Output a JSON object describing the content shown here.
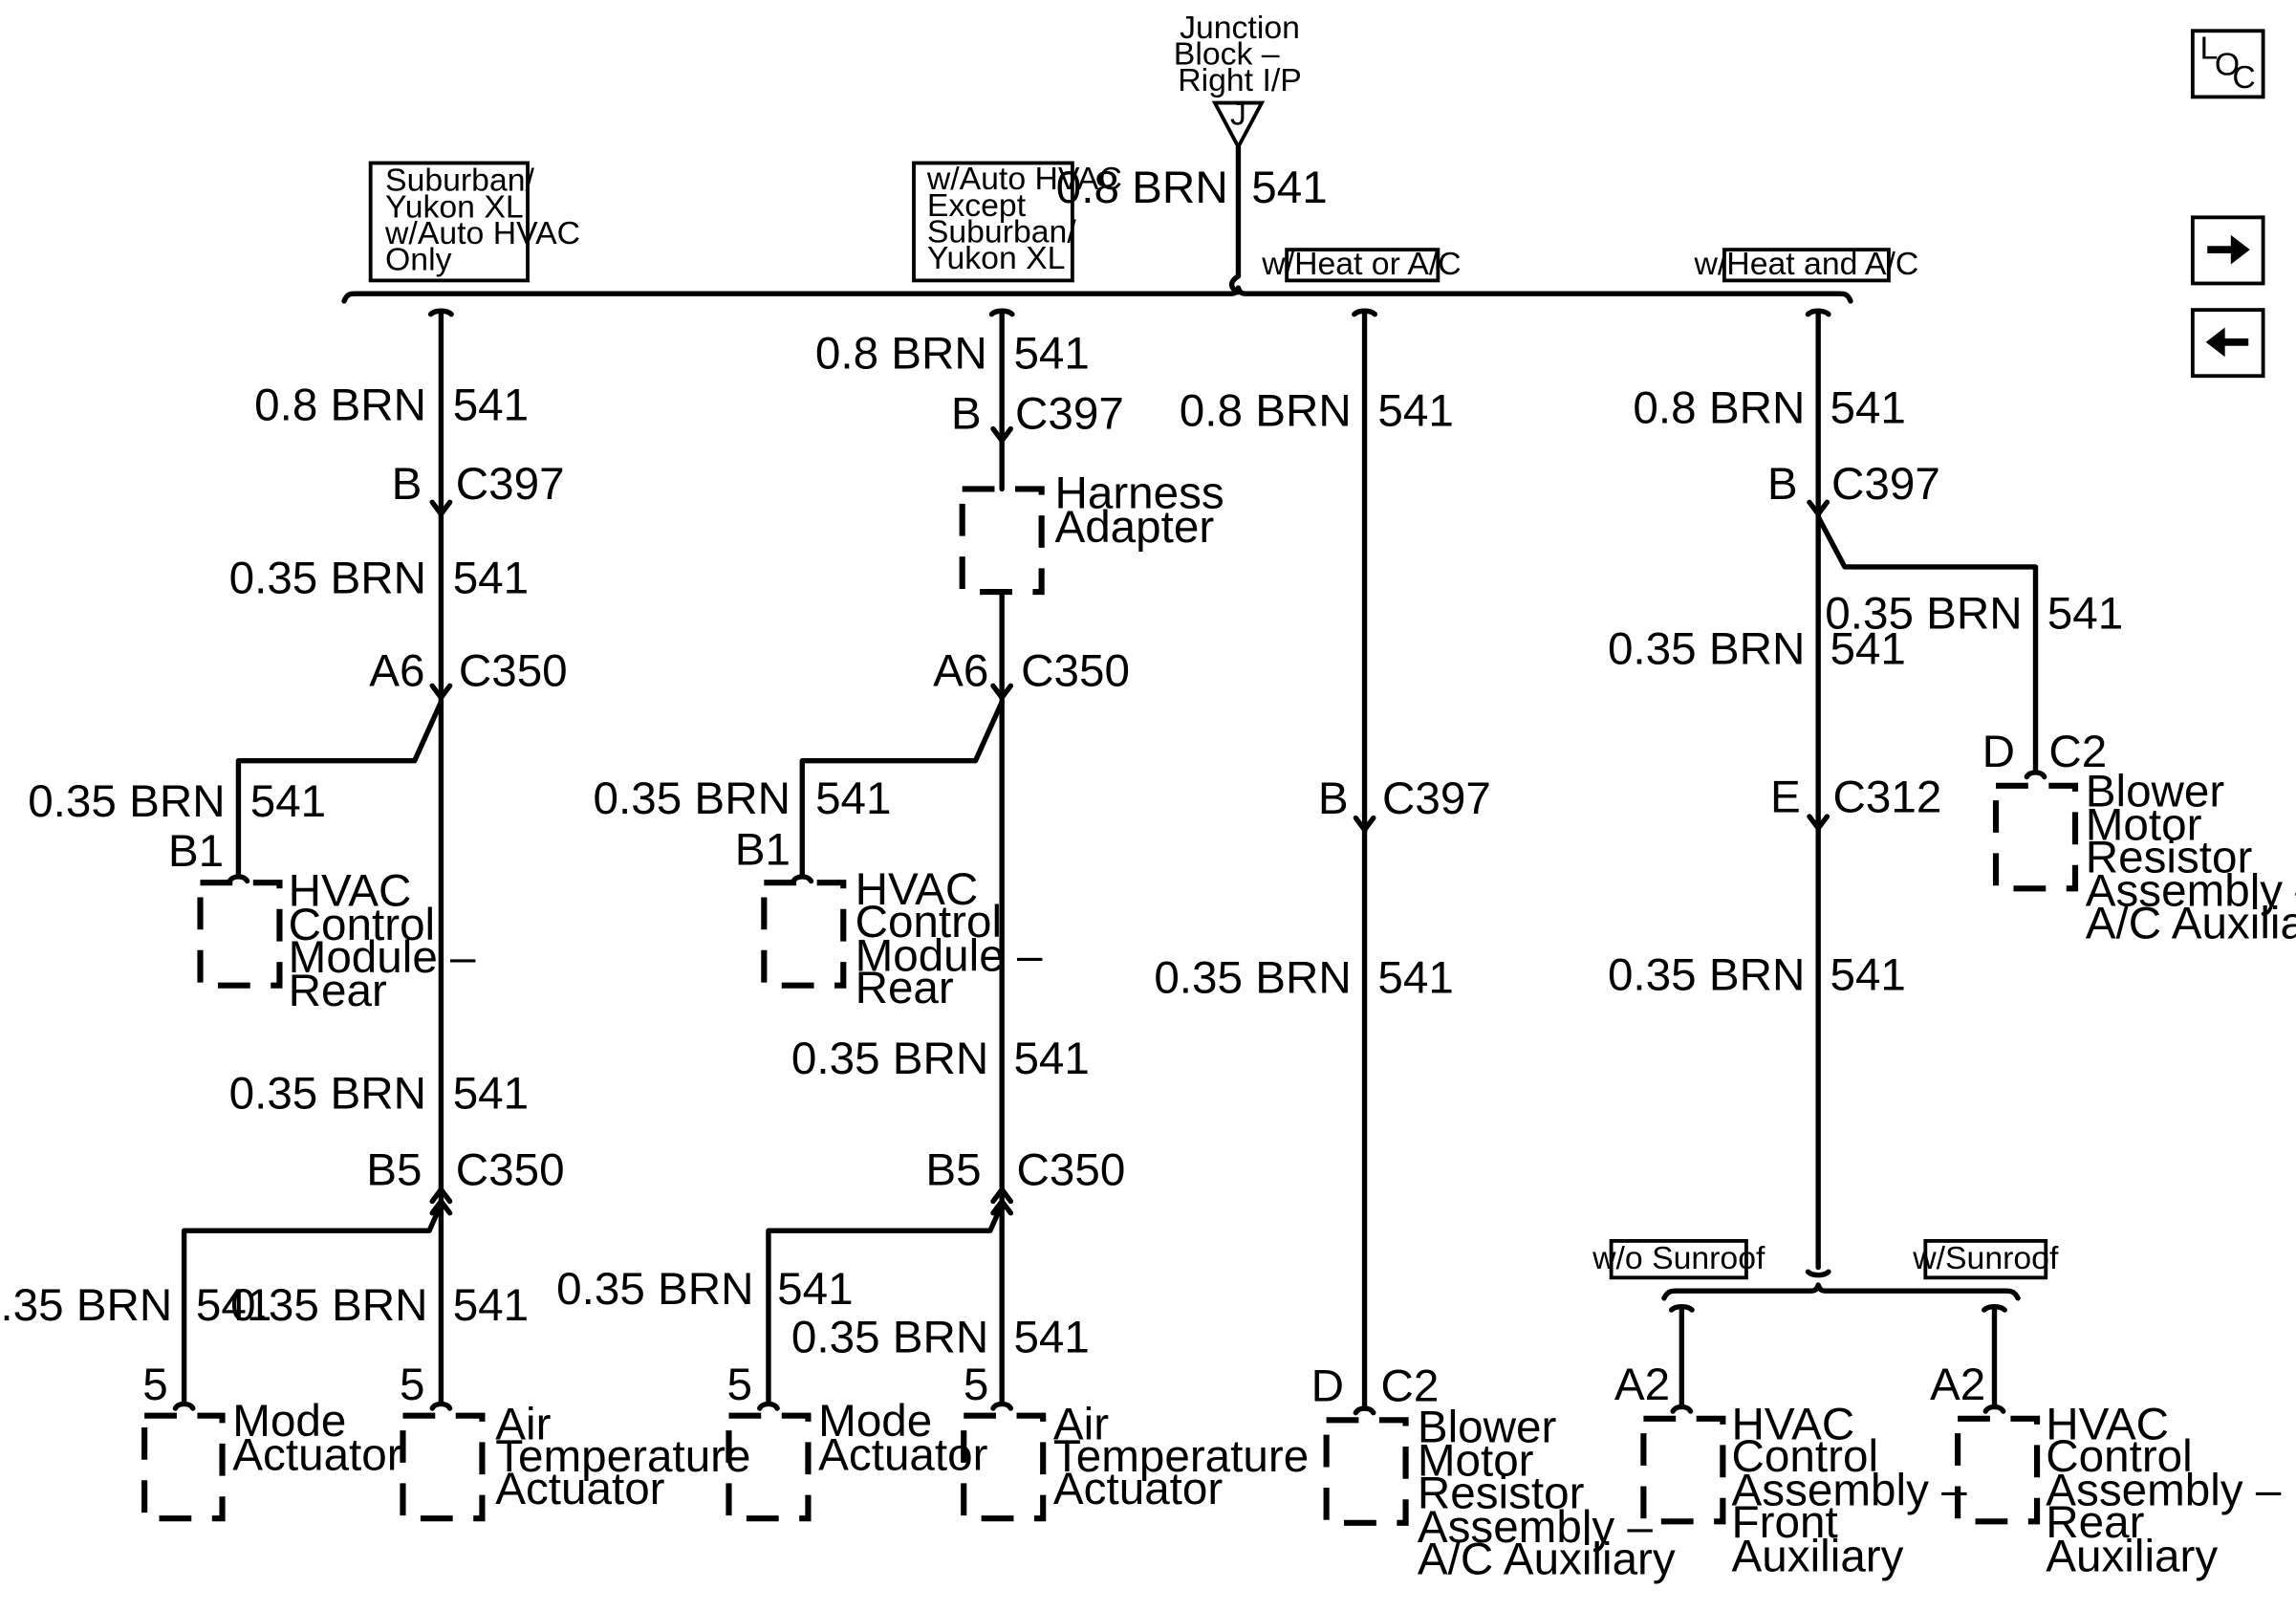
{
  "source": {
    "lines": [
      "Junction",
      "Block –",
      "Right I/P"
    ],
    "connector": "J"
  },
  "top_wire": {
    "gauge": "0.8 BRN",
    "circuit": "541"
  },
  "options": {
    "suburban": [
      "Suburban/",
      "Yukon XL",
      "w/Auto HVAC",
      "Only"
    ],
    "auto_hvac": [
      "w/Auto HVAC",
      "Except",
      "Suburban/",
      "Yukon XL"
    ],
    "heat_or_ac": "w/Heat or A/C",
    "heat_and_ac": "w/Heat and A/C",
    "wo_sunroof": "w/o Sunroof",
    "w_sunroof": "w/Sunroof"
  },
  "nav": {
    "loc": [
      "L",
      "O",
      "C"
    ],
    "forward_icon": "arrow-right-icon",
    "back_icon": "arrow-left-icon"
  },
  "wires": {
    "w08": "0.8 BRN",
    "w035": "0.35 BRN",
    "circuit": "541"
  },
  "pins": {
    "B": "B",
    "A6": "A6",
    "B5": "B5",
    "B1": "B1",
    "D": "D",
    "E": "E",
    "A2": "A2",
    "p5": "5"
  },
  "connectors": {
    "C397": "C397",
    "C350": "C350",
    "C2": "C2",
    "C312": "C312"
  },
  "components": {
    "hvac_module_rear": [
      "HVAC",
      "Control",
      "Module –",
      "Rear"
    ],
    "mode_actuator": [
      "Mode",
      "Actuator"
    ],
    "air_temp_actuator": [
      "Air",
      "Temperature",
      "Actuator"
    ],
    "harness_adapter": [
      "Harness",
      "Adapter"
    ],
    "blower_resistor": [
      "Blower",
      "Motor",
      "Resistor",
      "Assembly –",
      "A/C Auxiliary"
    ],
    "hvac_front_aux": [
      "HVAC",
      "Control",
      "Assembly –",
      "Front",
      "Auxiliary"
    ],
    "hvac_rear_aux": [
      "HVAC",
      "Control",
      "Assembly –",
      "Rear",
      "Auxiliary"
    ]
  },
  "colors": {
    "ink": "#000000",
    "background": "#ffffff"
  }
}
